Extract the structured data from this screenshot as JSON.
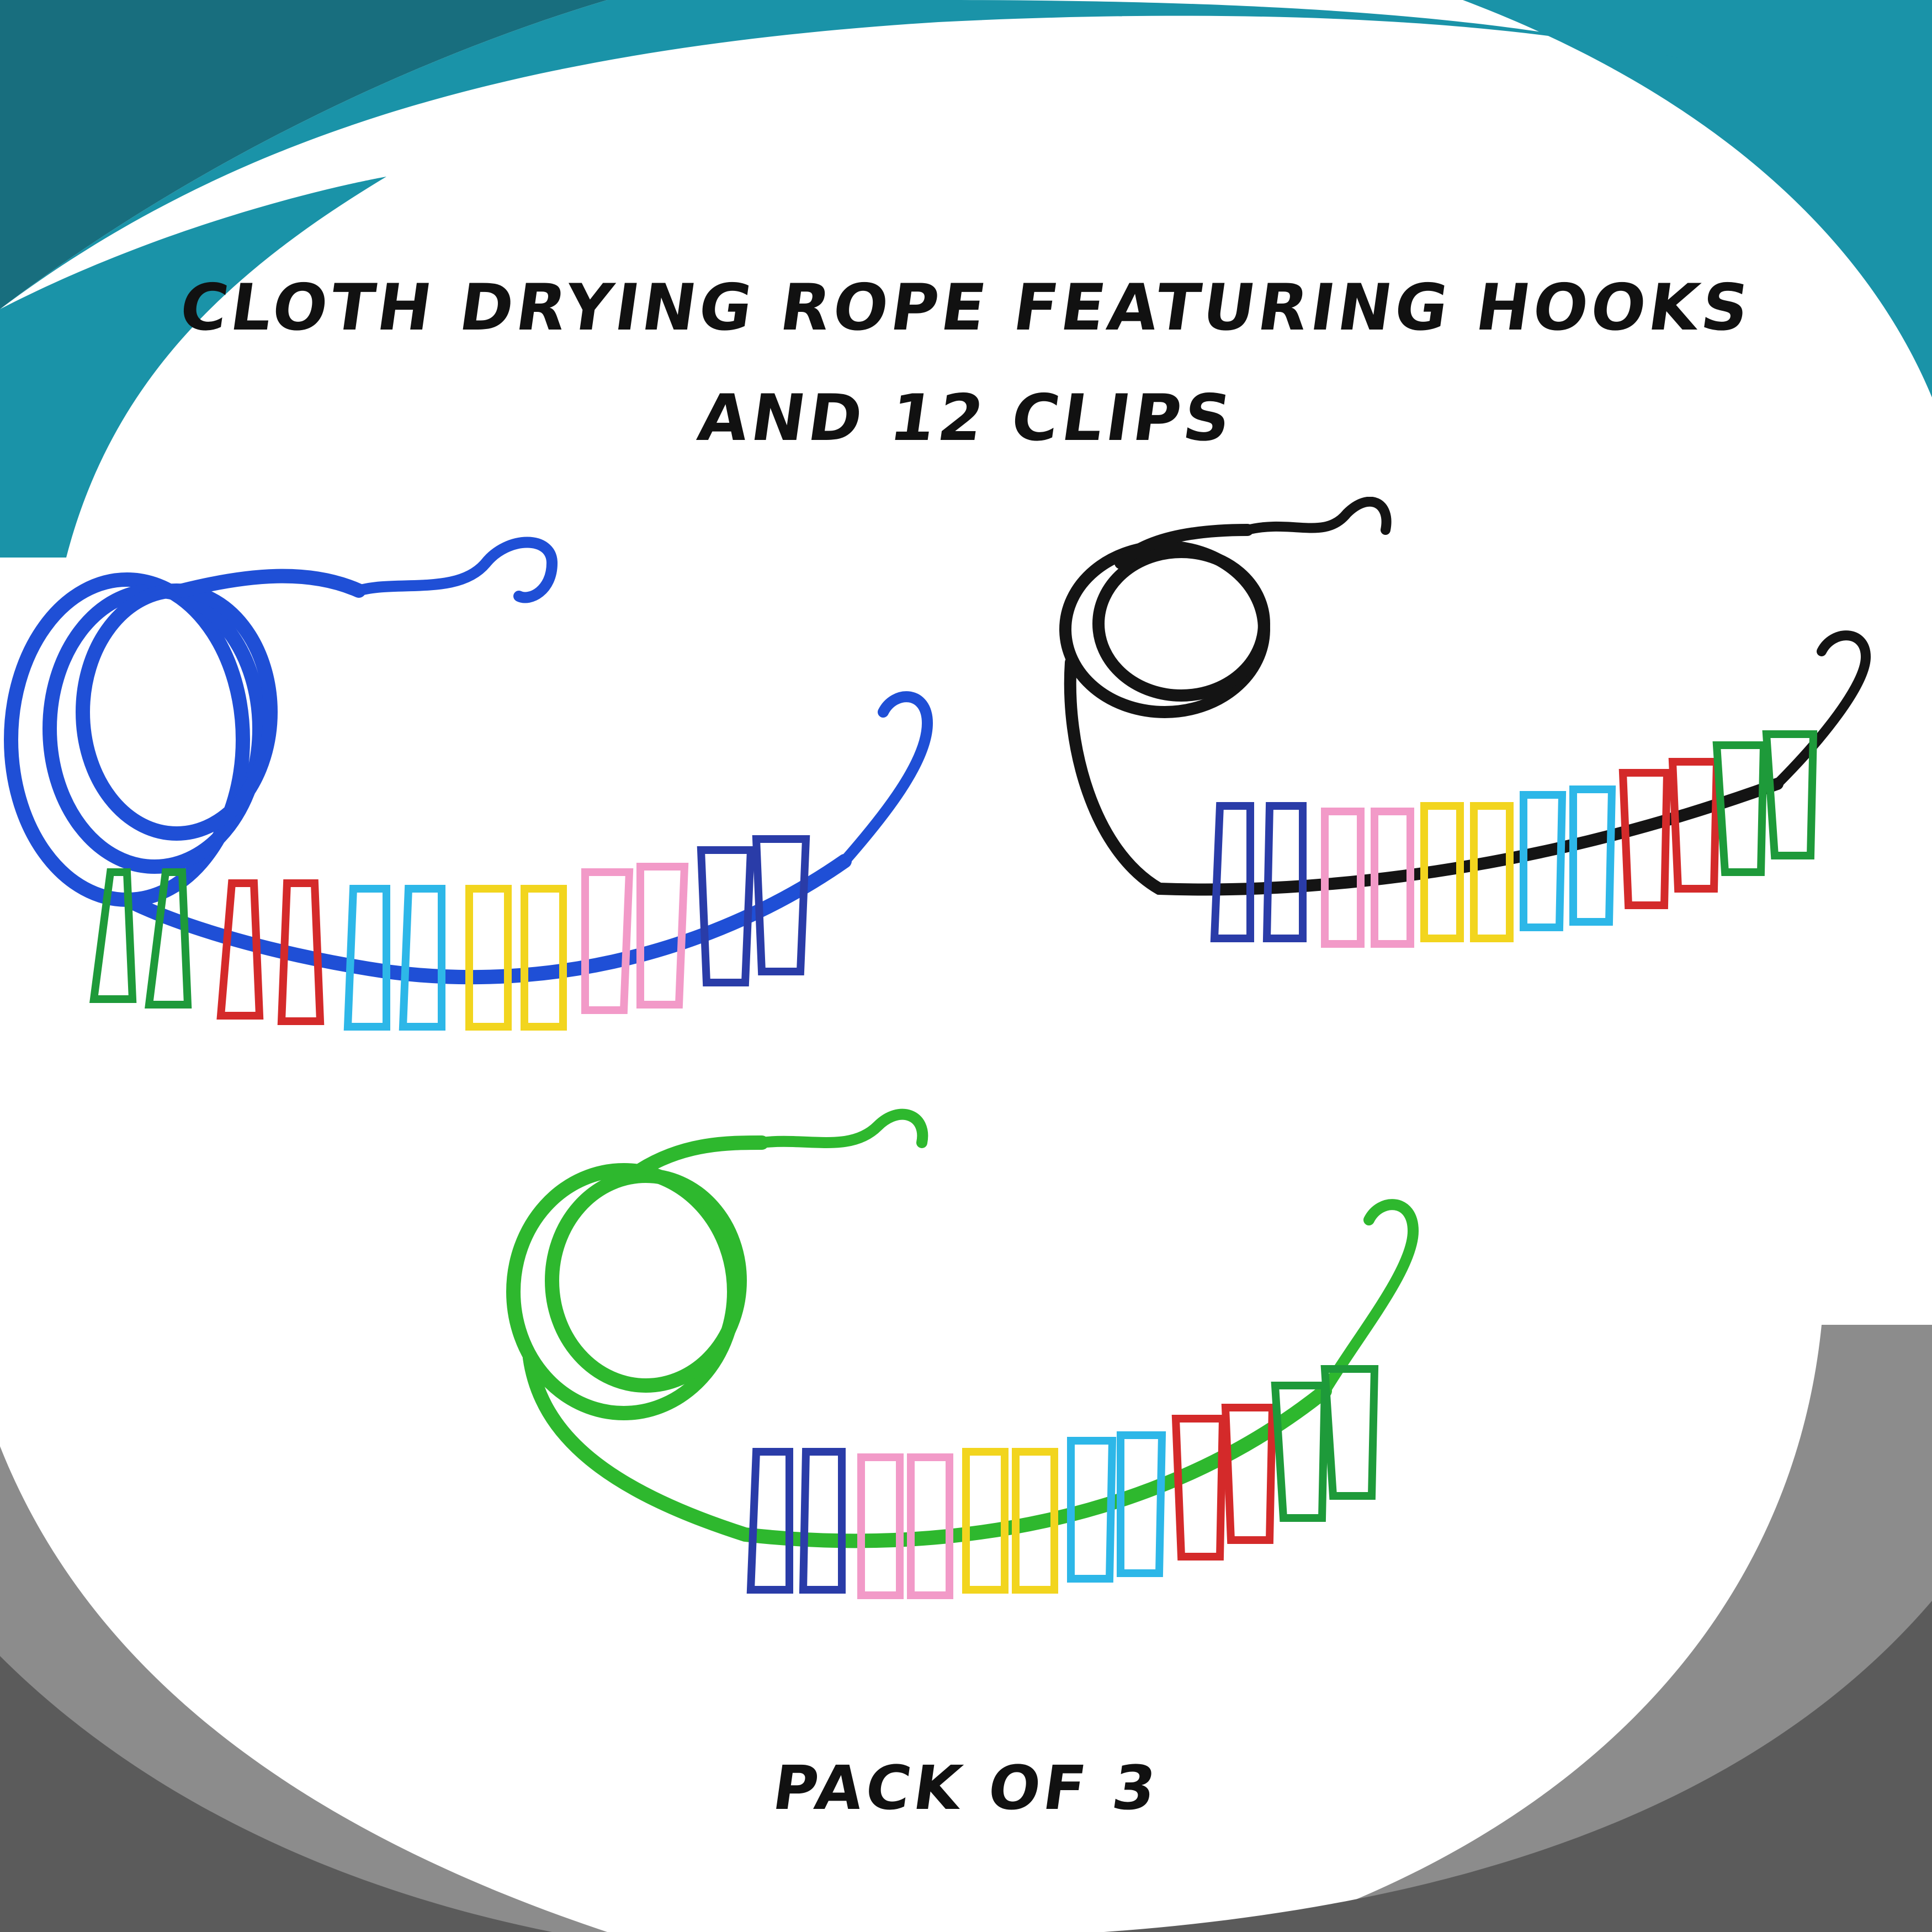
{
  "title": {
    "line1": "CLOTH DRYING ROPE FEATURING HOOKS",
    "line2": "AND 12 CLIPS"
  },
  "footer": {
    "pack": "PACK OF 3"
  },
  "colors": {
    "teal": "#1A93A8",
    "teal_dark": "#186E7E",
    "gray_light": "#8C8C8C",
    "gray_dark": "#5B5B5B",
    "rope_blue": "#1F4FD6",
    "rope_black": "#141414",
    "rope_green": "#2EB82E",
    "clip_green": "#1E9A3A",
    "clip_red": "#D42A2A",
    "clip_cyan": "#2DB7E8",
    "clip_yellow": "#F2D51E",
    "clip_pink": "#F29AC8",
    "clip_navy": "#2A3CA8"
  },
  "products": [
    {
      "name": "blue-rope",
      "rope_color": "#1F4FD6",
      "clip_colors": [
        "#1E9A3A",
        "#1E9A3A",
        "#D42A2A",
        "#D42A2A",
        "#2DB7E8",
        "#2DB7E8",
        "#F2D51E",
        "#F2D51E",
        "#F29AC8",
        "#F29AC8",
        "#2A3CA8",
        "#2A3CA8"
      ]
    },
    {
      "name": "black-rope",
      "rope_color": "#141414",
      "clip_colors": [
        "#2A3CA8",
        "#2A3CA8",
        "#F29AC8",
        "#F29AC8",
        "#F2D51E",
        "#F2D51E",
        "#2DB7E8",
        "#2DB7E8",
        "#D42A2A",
        "#D42A2A",
        "#1E9A3A",
        "#1E9A3A"
      ]
    },
    {
      "name": "green-rope",
      "rope_color": "#2EB82E",
      "clip_colors": [
        "#2A3CA8",
        "#2A3CA8",
        "#F29AC8",
        "#F29AC8",
        "#F2D51E",
        "#F2D51E",
        "#2DB7E8",
        "#2DB7E8",
        "#D42A2A",
        "#D42A2A",
        "#1E9A3A",
        "#1E9A3A"
      ]
    }
  ]
}
